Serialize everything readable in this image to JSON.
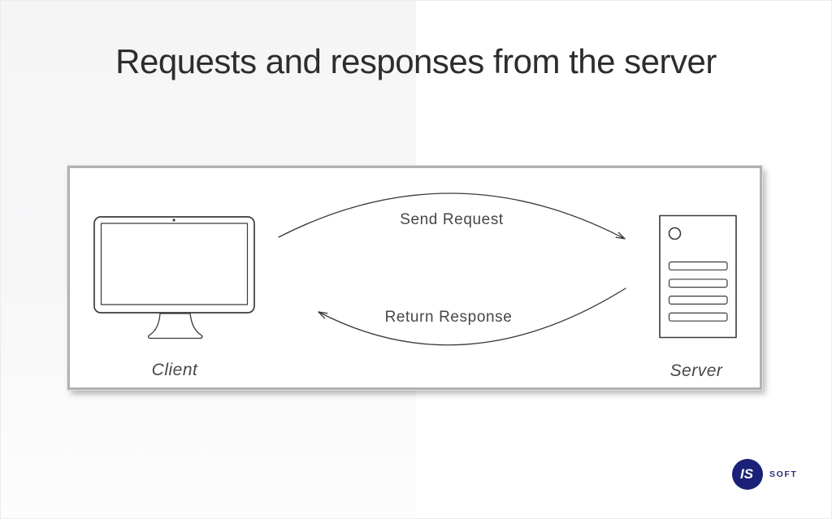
{
  "slide": {
    "title": "Requests and responses from the server"
  },
  "diagram": {
    "request_label": "Send Request",
    "response_label": "Return Response",
    "client_label": "Client",
    "server_label": "Server"
  },
  "logo": {
    "monogram": "IS",
    "wordmark": "SOFT"
  },
  "colors": {
    "accent_navy": "#1b2178",
    "diagram_stroke": "#3a3a3a",
    "frame_border": "#b2b2b2",
    "background_left": "#f6f6f7",
    "background_right": "#ffffff",
    "title_text": "#2d2d2d"
  }
}
